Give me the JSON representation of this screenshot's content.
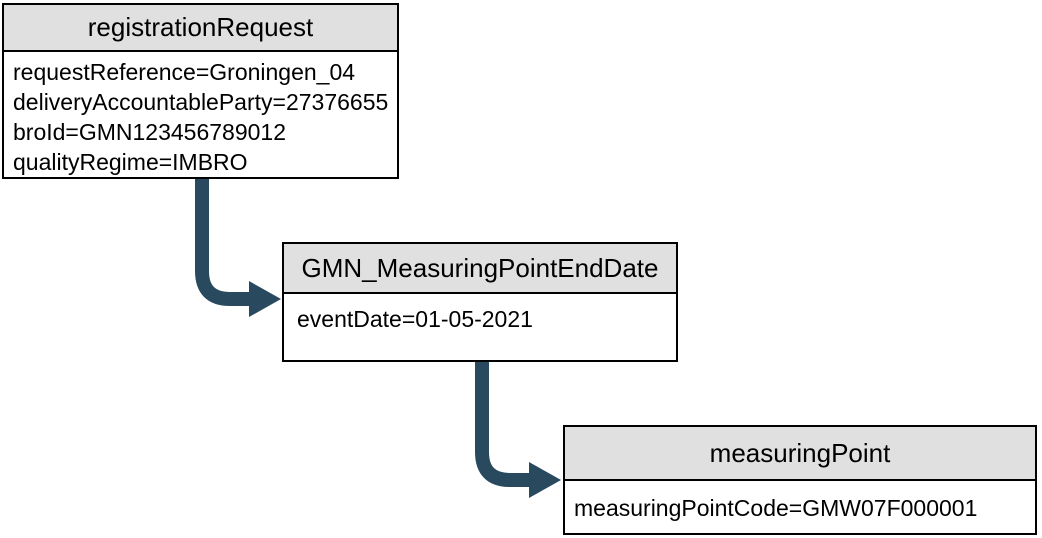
{
  "diagram": {
    "background_color": "#ffffff",
    "border_color": "#000000",
    "header_fill_color": "#e0e0e0",
    "text_color": "#000000",
    "arrow_color": "#28495e",
    "nodes": [
      {
        "title": "registrationRequest",
        "attributes": [
          "requestReference=Groningen_04",
          "deliveryAccountableParty=27376655",
          "broId=GMN123456789012",
          "qualityRegime=IMBRO"
        ]
      },
      {
        "title": "GMN_MeasuringPointEndDate",
        "attributes": [
          "eventDate=01-05-2021"
        ]
      },
      {
        "title": "measuringPoint",
        "attributes": [
          "measuringPointCode=GMW07F000001"
        ]
      }
    ],
    "edges": [
      {
        "from": "registrationRequest",
        "to": "GMN_MeasuringPointEndDate"
      },
      {
        "from": "GMN_MeasuringPointEndDate",
        "to": "measuringPoint"
      }
    ]
  }
}
